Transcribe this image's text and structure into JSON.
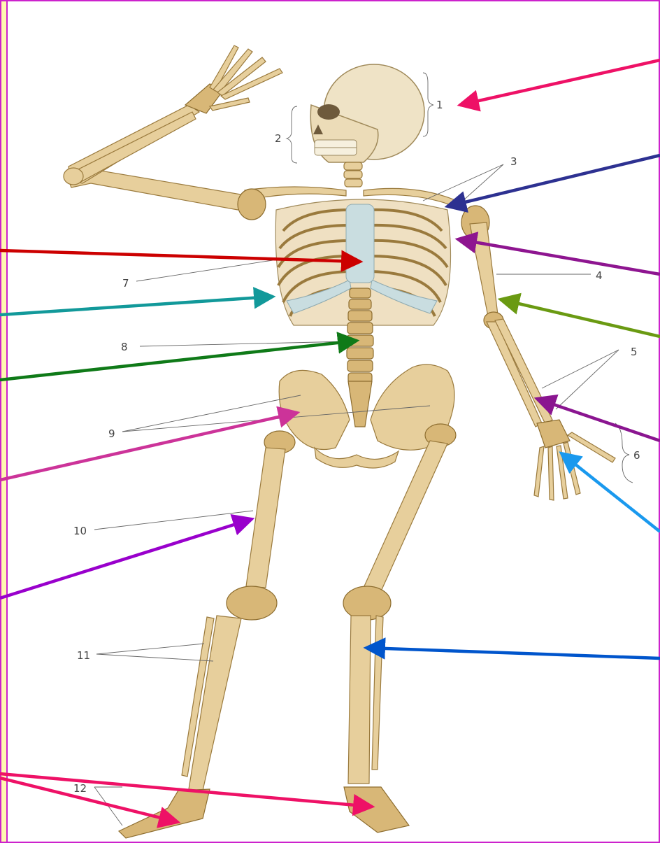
{
  "frame": {
    "border_color": "#cc22cc",
    "left_strip_color": "#fff7b0"
  },
  "labels": [
    "1",
    "2",
    "3",
    "4",
    "5",
    "6",
    "7",
    "8",
    "9",
    "10",
    "11",
    "12"
  ],
  "arrows": [
    {
      "name": "arrow-skull",
      "color": "#ee1166"
    },
    {
      "name": "arrow-clavicle",
      "color": "#2d3191"
    },
    {
      "name": "arrow-scapula",
      "color": "#8e1590"
    },
    {
      "name": "arrow-sternum",
      "color": "#cc0000"
    },
    {
      "name": "arrow-humerus",
      "color": "#6a9a12"
    },
    {
      "name": "arrow-ribs",
      "color": "#12999a"
    },
    {
      "name": "arrow-spine",
      "color": "#0f7a18"
    },
    {
      "name": "arrow-forearm",
      "color": "#8a1590"
    },
    {
      "name": "arrow-pelvis",
      "color": "#cc3399"
    },
    {
      "name": "arrow-hand",
      "color": "#1a99ee"
    },
    {
      "name": "arrow-femur",
      "color": "#9900cc"
    },
    {
      "name": "arrow-lower-leg",
      "color": "#0055cc"
    },
    {
      "name": "arrow-foot-left",
      "color": "#ee1166"
    },
    {
      "name": "arrow-foot-right",
      "color": "#ee1166"
    }
  ]
}
